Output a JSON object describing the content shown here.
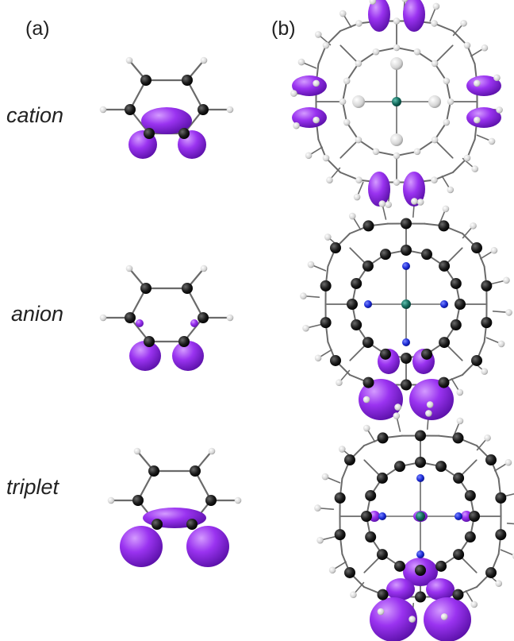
{
  "panels": [
    {
      "label": "(a)"
    },
    {
      "label": "(b)"
    }
  ],
  "rows": [
    {
      "label": "cation"
    },
    {
      "label": "anion"
    },
    {
      "label": "triplet"
    }
  ],
  "colors": {
    "carbon": "#1a1a1a",
    "hydrogen": "#d8d8d8",
    "nitrogen": "#1c2bd6",
    "metal": "#12685a",
    "bond": "#6a6a6a",
    "isosurface": "#8a2be2",
    "isosurface_dark": "#5a10a8"
  }
}
